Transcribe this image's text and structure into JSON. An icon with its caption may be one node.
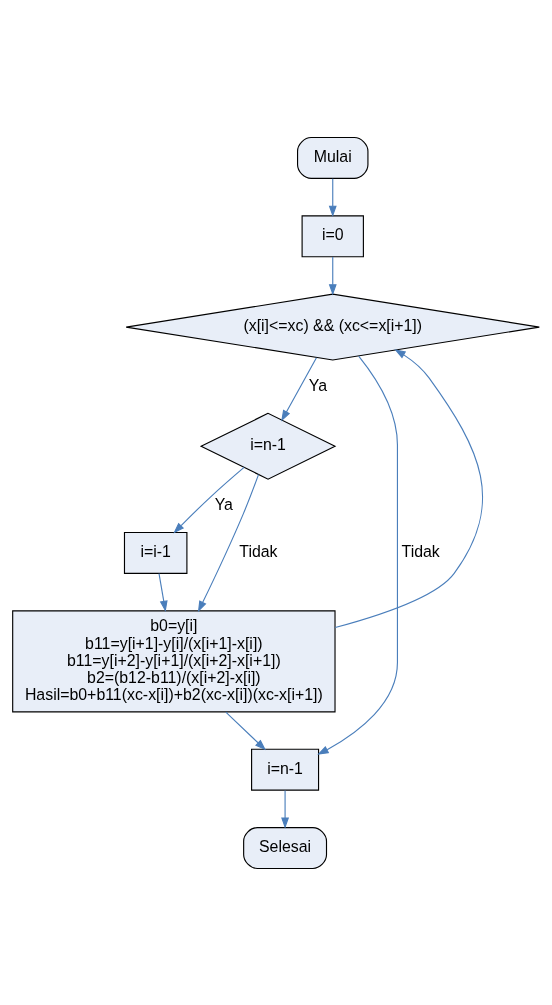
{
  "diagram": {
    "nodes": [
      {
        "text": [
          "Mulai"
        ]
      },
      {
        "text": [
          "i=0"
        ]
      },
      {
        "text": [
          "(x[i]<=xc) && (xc<=x[i+1])"
        ]
      },
      {
        "text": [
          "i=n-1"
        ]
      },
      {
        "text": [
          "i=i-1"
        ]
      },
      {
        "text": [
          "b0=y[i]",
          "b11=y[i+1]-y[i]/(x[i+1]-x[i])",
          "b11=y[i+2]-y[i+1]/(x[i+2]-x[i+1])",
          "b2=(b12-b11)/(x[i+2]-x[i])",
          "Hasil=b0+b11(xc-x[i])+b2(xc-x[i])(xc-x[i+1])"
        ]
      },
      {
        "text": [
          "i=n-1"
        ]
      },
      {
        "text": [
          "Selesai"
        ]
      }
    ],
    "edges": [
      {
        "from": 0,
        "to": 1,
        "arrow": "to"
      },
      {
        "from": 1,
        "to": 2,
        "arrow": "to"
      },
      {
        "from": 2,
        "to": 3,
        "arrow": "to",
        "label": "Ya"
      },
      {
        "from": 3,
        "to": 4,
        "arrow": "to",
        "label": "Ya"
      },
      {
        "from": 3,
        "to": 5,
        "arrow": "to",
        "label": "Tidak"
      },
      {
        "from": 4,
        "to": 5,
        "arrow": "to"
      },
      {
        "from": 5,
        "to": 2,
        "arrow": "to"
      },
      {
        "from": 5,
        "to": 6,
        "arrow": "to"
      },
      {
        "from": 2,
        "to": 6,
        "arrow": "to",
        "label": "Tidak"
      },
      {
        "from": 6,
        "to": 7,
        "arrow": "to"
      }
    ]
  }
}
